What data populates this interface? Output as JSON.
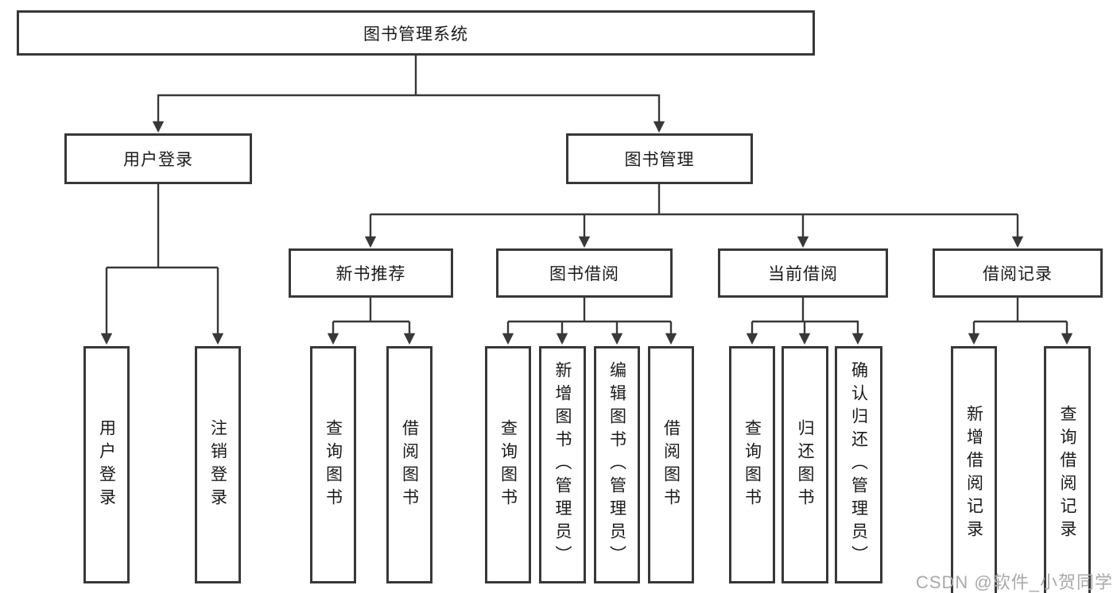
{
  "nodes": {
    "root": {
      "label": "图书管理系统"
    },
    "user_login": {
      "label": "用户登录"
    },
    "book_management": {
      "label": "图书管理"
    },
    "new_book_recommend": {
      "label": "新书推荐"
    },
    "book_borrowing": {
      "label": "图书借阅"
    },
    "current_borrowing": {
      "label": "当前借阅"
    },
    "borrowing_records": {
      "label": "借阅记录"
    },
    "leaf_user_login": {
      "label": "用户登录"
    },
    "leaf_logout_login": {
      "label": "注销登录"
    },
    "leaf_nb_query_books": {
      "label": "查询图书"
    },
    "leaf_nb_borrow_books": {
      "label": "借阅图书"
    },
    "leaf_bb_query_books": {
      "label": "查询图书"
    },
    "leaf_bb_add_books": {
      "label": "新增图书（管理员）"
    },
    "leaf_bb_edit_books": {
      "label": "编辑图书（管理员）"
    },
    "leaf_bb_borrow_books": {
      "label": "借阅图书"
    },
    "leaf_cb_query_books": {
      "label": "查询图书"
    },
    "leaf_cb_return_books": {
      "label": "归还图书"
    },
    "leaf_cb_confirm_return": {
      "label": "确认归还（管理员）"
    },
    "leaf_br_add_record": {
      "label": "新增借阅记录"
    },
    "leaf_br_query_record": {
      "label": "查询借阅记录"
    }
  },
  "hierarchy": {
    "图书管理系统": {
      "用户登录": [
        "用户登录",
        "注销登录"
      ],
      "图书管理": {
        "新书推荐": [
          "查询图书",
          "借阅图书"
        ],
        "图书借阅": [
          "查询图书",
          "新增图书（管理员）",
          "编辑图书（管理员）",
          "借阅图书"
        ],
        "当前借阅": [
          "查询图书",
          "归还图书",
          "确认归还（管理员）"
        ],
        "借阅记录": [
          "新增借阅记录",
          "查询借阅记录"
        ]
      }
    }
  },
  "watermark": {
    "text": "CSDN @软件_小贺同学"
  },
  "colors": {
    "line": "#383838",
    "text": "#1a1a1a",
    "watermark": "#a9a9a9",
    "background": "#ffffff"
  }
}
